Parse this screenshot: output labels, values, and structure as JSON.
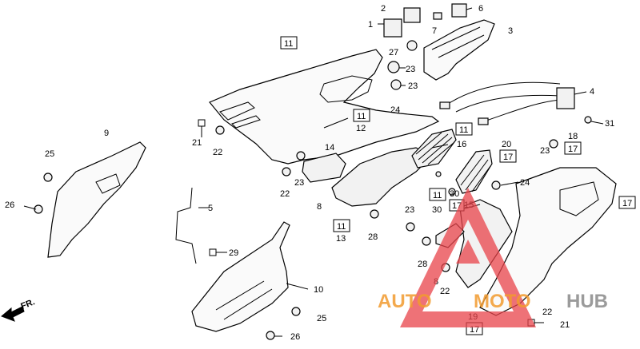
{
  "callouts": {
    "c1": "1",
    "c2": "2",
    "c3": "3",
    "c4": "4",
    "c5": "5",
    "c6": "6",
    "c7": "7",
    "c8a": "8",
    "c8b": "8",
    "c9": "9",
    "c10": "10",
    "c12": "12",
    "c13": "13",
    "c14": "14",
    "c15": "15",
    "c16": "16",
    "c18": "18",
    "c19": "19",
    "c20": "20",
    "c21a": "21",
    "c21b": "21",
    "c22a": "22",
    "c22b": "22",
    "c22c": "22",
    "c22d": "22",
    "c23a": "23",
    "c23b": "23",
    "c23c": "23",
    "c23d": "23",
    "c23e": "23",
    "c24a": "24",
    "c24b": "24",
    "c25a": "25",
    "c25b": "25",
    "c26a": "26",
    "c26b": "26",
    "c27": "27",
    "c28a": "28",
    "c28b": "28",
    "c29": "29",
    "c30a": "30",
    "c30b": "30",
    "c31": "31"
  },
  "ref_boxes": {
    "b11a": "11",
    "b11b": "11",
    "b11c": "11",
    "b11d": "11",
    "b11e": "11",
    "b17a": "17",
    "b17b": "17",
    "b17c": "17",
    "b17d": "17",
    "b17e": "17"
  },
  "direction_label": "FR.",
  "watermark": {
    "part1": "AUTO",
    "part2": "MOTO",
    "part3": "HUB",
    "color_red": "#e8434a",
    "color_orange": "#f29b2f",
    "color_gray": "#8a8a8a"
  }
}
